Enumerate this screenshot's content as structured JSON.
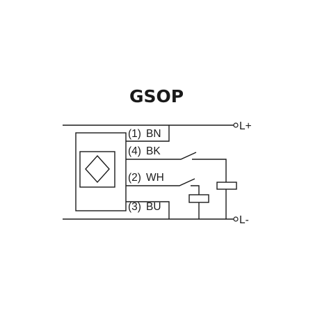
{
  "diagram": {
    "title": "GSOP",
    "rails": {
      "positive": "L+",
      "negative": "L-"
    },
    "wires": [
      {
        "pin": "(1)",
        "color": "BN"
      },
      {
        "pin": "(4)",
        "color": "BK"
      },
      {
        "pin": "(2)",
        "color": "WH"
      },
      {
        "pin": "(3)",
        "color": "BU"
      }
    ]
  }
}
